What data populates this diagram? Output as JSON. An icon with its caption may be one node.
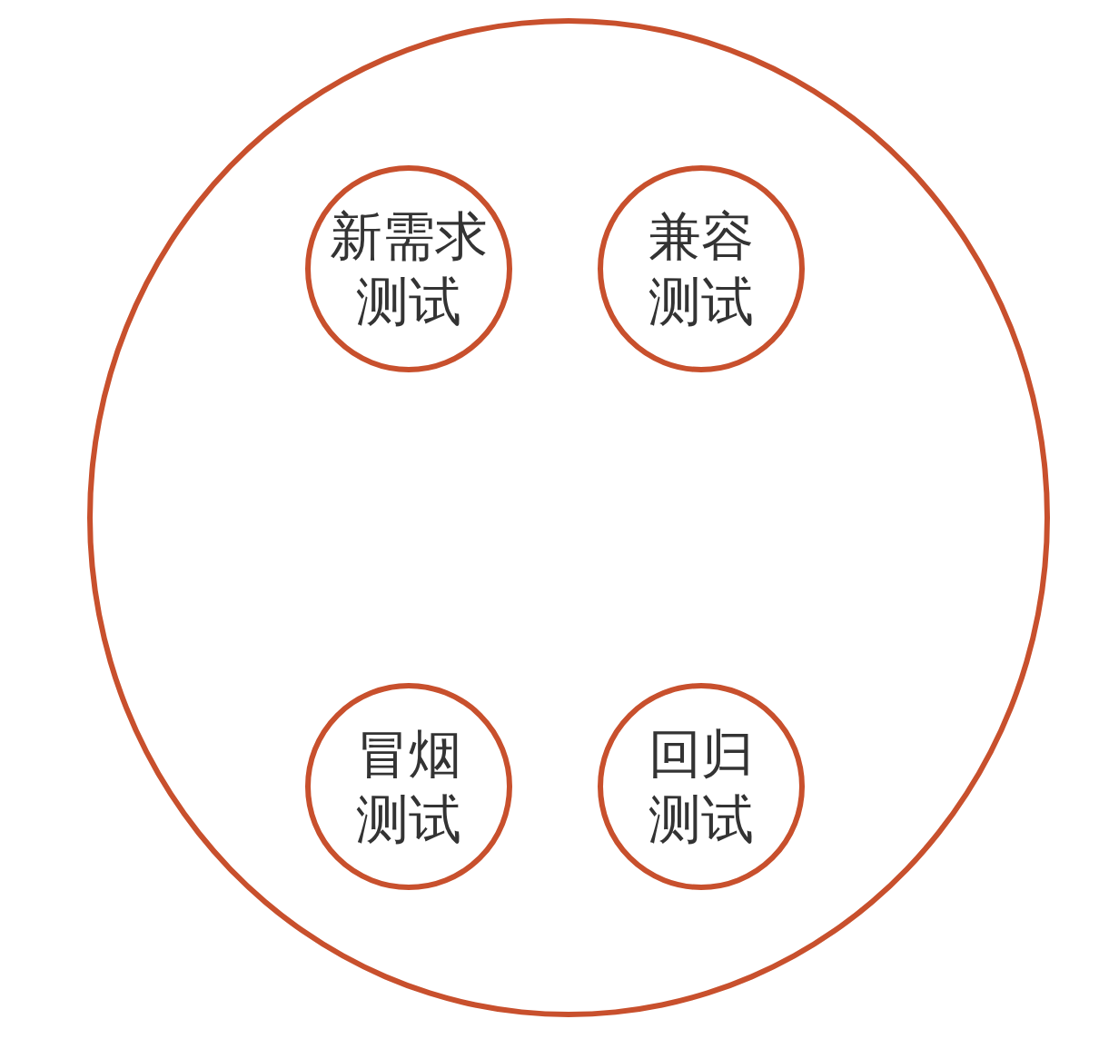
{
  "diagram": {
    "nodes": [
      {
        "text": [],
        "shape": "circle"
      },
      {
        "text": [
          "新需求测试"
        ],
        "in": 0
      },
      {
        "text": [
          "兼容测试"
        ],
        "in": 0
      },
      {
        "text": [
          "冒烟测试"
        ],
        "in": 0
      },
      {
        "text": [
          "回归测试"
        ],
        "in": 0
      }
    ]
  }
}
